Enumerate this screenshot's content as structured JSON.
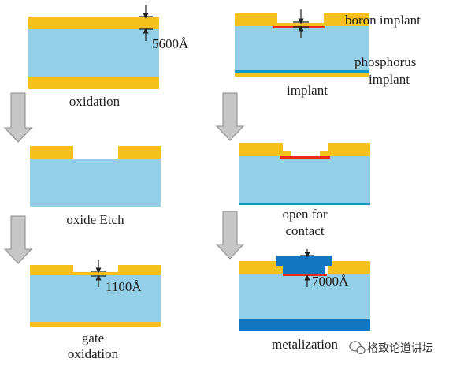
{
  "steps": {
    "oxidation": {
      "label": "oxidation",
      "dimension": "5600Å"
    },
    "oxide_etch": {
      "label": "oxide Etch"
    },
    "gate_oxidation": {
      "label_line1": "gate",
      "label_line2": "oxidation",
      "dimension": "1100Å"
    },
    "implant": {
      "label": "implant",
      "boron": "boron implant",
      "phosphorus_line1": "phosphorus",
      "phosphorus_line2": "implant"
    },
    "open_contact": {
      "label_line1": "open for",
      "label_line2": "contact"
    },
    "metalization": {
      "label": "metalization",
      "dimension": "7000Å"
    }
  },
  "watermark": {
    "text": "格致论道讲坛"
  },
  "colors": {
    "oxide": "#f7c11d",
    "silicon": "#94cfe8",
    "metal": "#1177c2",
    "boron_layer": "#ec2a1c",
    "phosphorus_layer": "#0d97c6",
    "arrow": "#c6c6c6"
  }
}
